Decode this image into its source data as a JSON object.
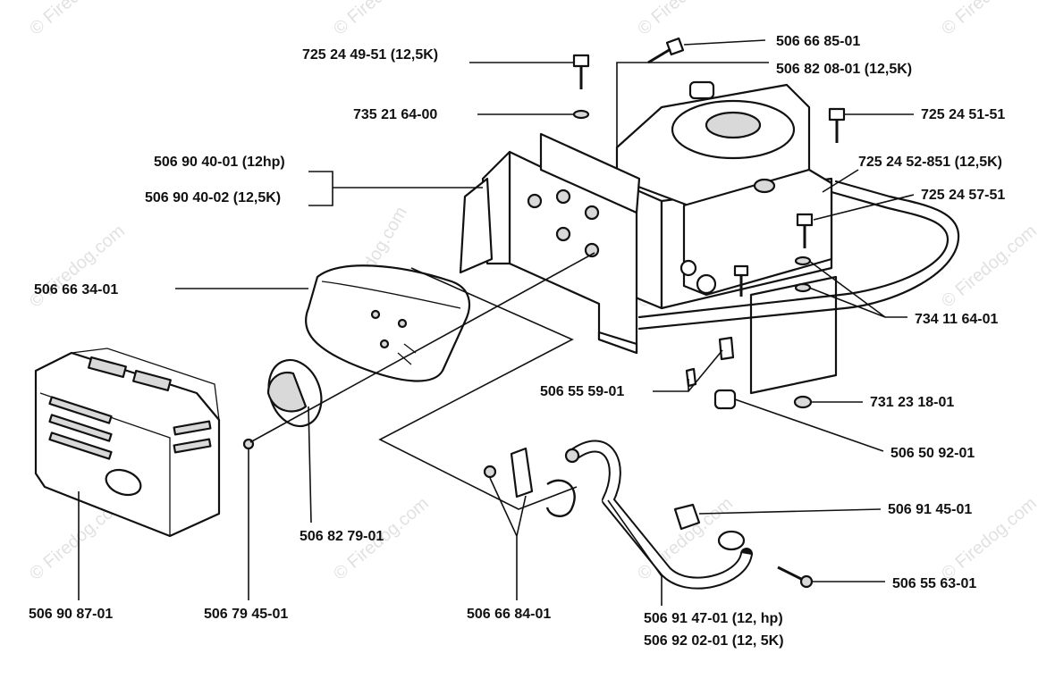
{
  "watermark": "© Firedog.com",
  "labels": {
    "l01": "725 24 49-51 (12,5K)",
    "l02": "506 66 85-01",
    "l03": "506 82 08-01 (12,5K)",
    "l04": "735 21 64-00",
    "l05": "725 24 51-51",
    "l06": "506 90 40-01 (12hp)",
    "l07": "725 24 52-851 (12,5K)",
    "l08": "506 90 40-02 (12,5K)",
    "l09": "725 24 57-51",
    "l10": "506 66 34-01",
    "l11": "734 11 64-01",
    "l12": "506 55 59-01",
    "l13": "731 23 18-01",
    "l14": "506 50 92-01",
    "l15": "506 91 45-01",
    "l16": "506 82 79-01",
    "l17": "506 55 63-01",
    "l18": "506 90 87-01",
    "l19": "506 79 45-01",
    "l20": "506 66 84-01",
    "l21": "506 91 47-01 (12, hp)",
    "l22": "506 92 02-01 (12, 5K)"
  }
}
